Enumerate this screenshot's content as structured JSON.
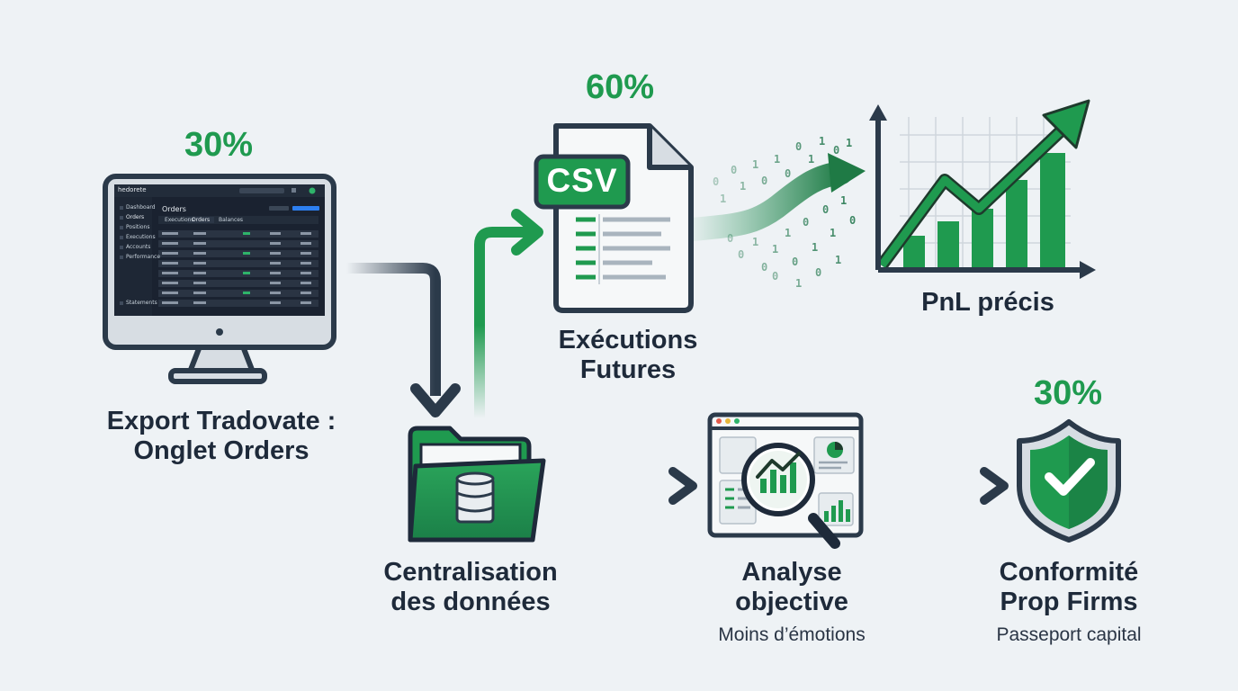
{
  "steps": {
    "export": {
      "pct": "30%",
      "line1": "Export Tradovate :",
      "line2": "Onglet Orders"
    },
    "csv": {
      "pct": "60%",
      "badge": "CSV",
      "line1": "Exécutions",
      "line2": "Futures"
    },
    "pnl": {
      "label": "PnL précis"
    },
    "centralisation": {
      "line1": "Centralisation",
      "line2": "des données"
    },
    "analyse": {
      "line1": "Analyse",
      "line2": "objective",
      "sub": "Moins d’émotions"
    },
    "conformite": {
      "pct": "30%",
      "line1": "Conformité",
      "line2": "Prop Firms",
      "sub": "Passeport capital"
    }
  },
  "monitor_ui": {
    "logo": "hedorete",
    "section": "Orders",
    "tabs": [
      "Executions",
      "Orders",
      "Balances"
    ],
    "sidebar": [
      "Dashboard",
      "Orders",
      "Positions",
      "Executions",
      "Accounts",
      "Performance",
      "Statements"
    ]
  },
  "binary": [
    "0",
    "1",
    "0",
    "1",
    "1",
    "0",
    "1",
    "0",
    "0",
    "1",
    "1",
    "0",
    "1",
    "0",
    "0",
    "1",
    "0",
    "1",
    "1",
    "0",
    "0",
    "1",
    "0",
    "1",
    "1",
    "0",
    "0",
    "1",
    "0",
    "1"
  ],
  "colors": {
    "green": "#1f9a4f",
    "dark": "#2b3a4a",
    "bg": "#eef2f5"
  }
}
